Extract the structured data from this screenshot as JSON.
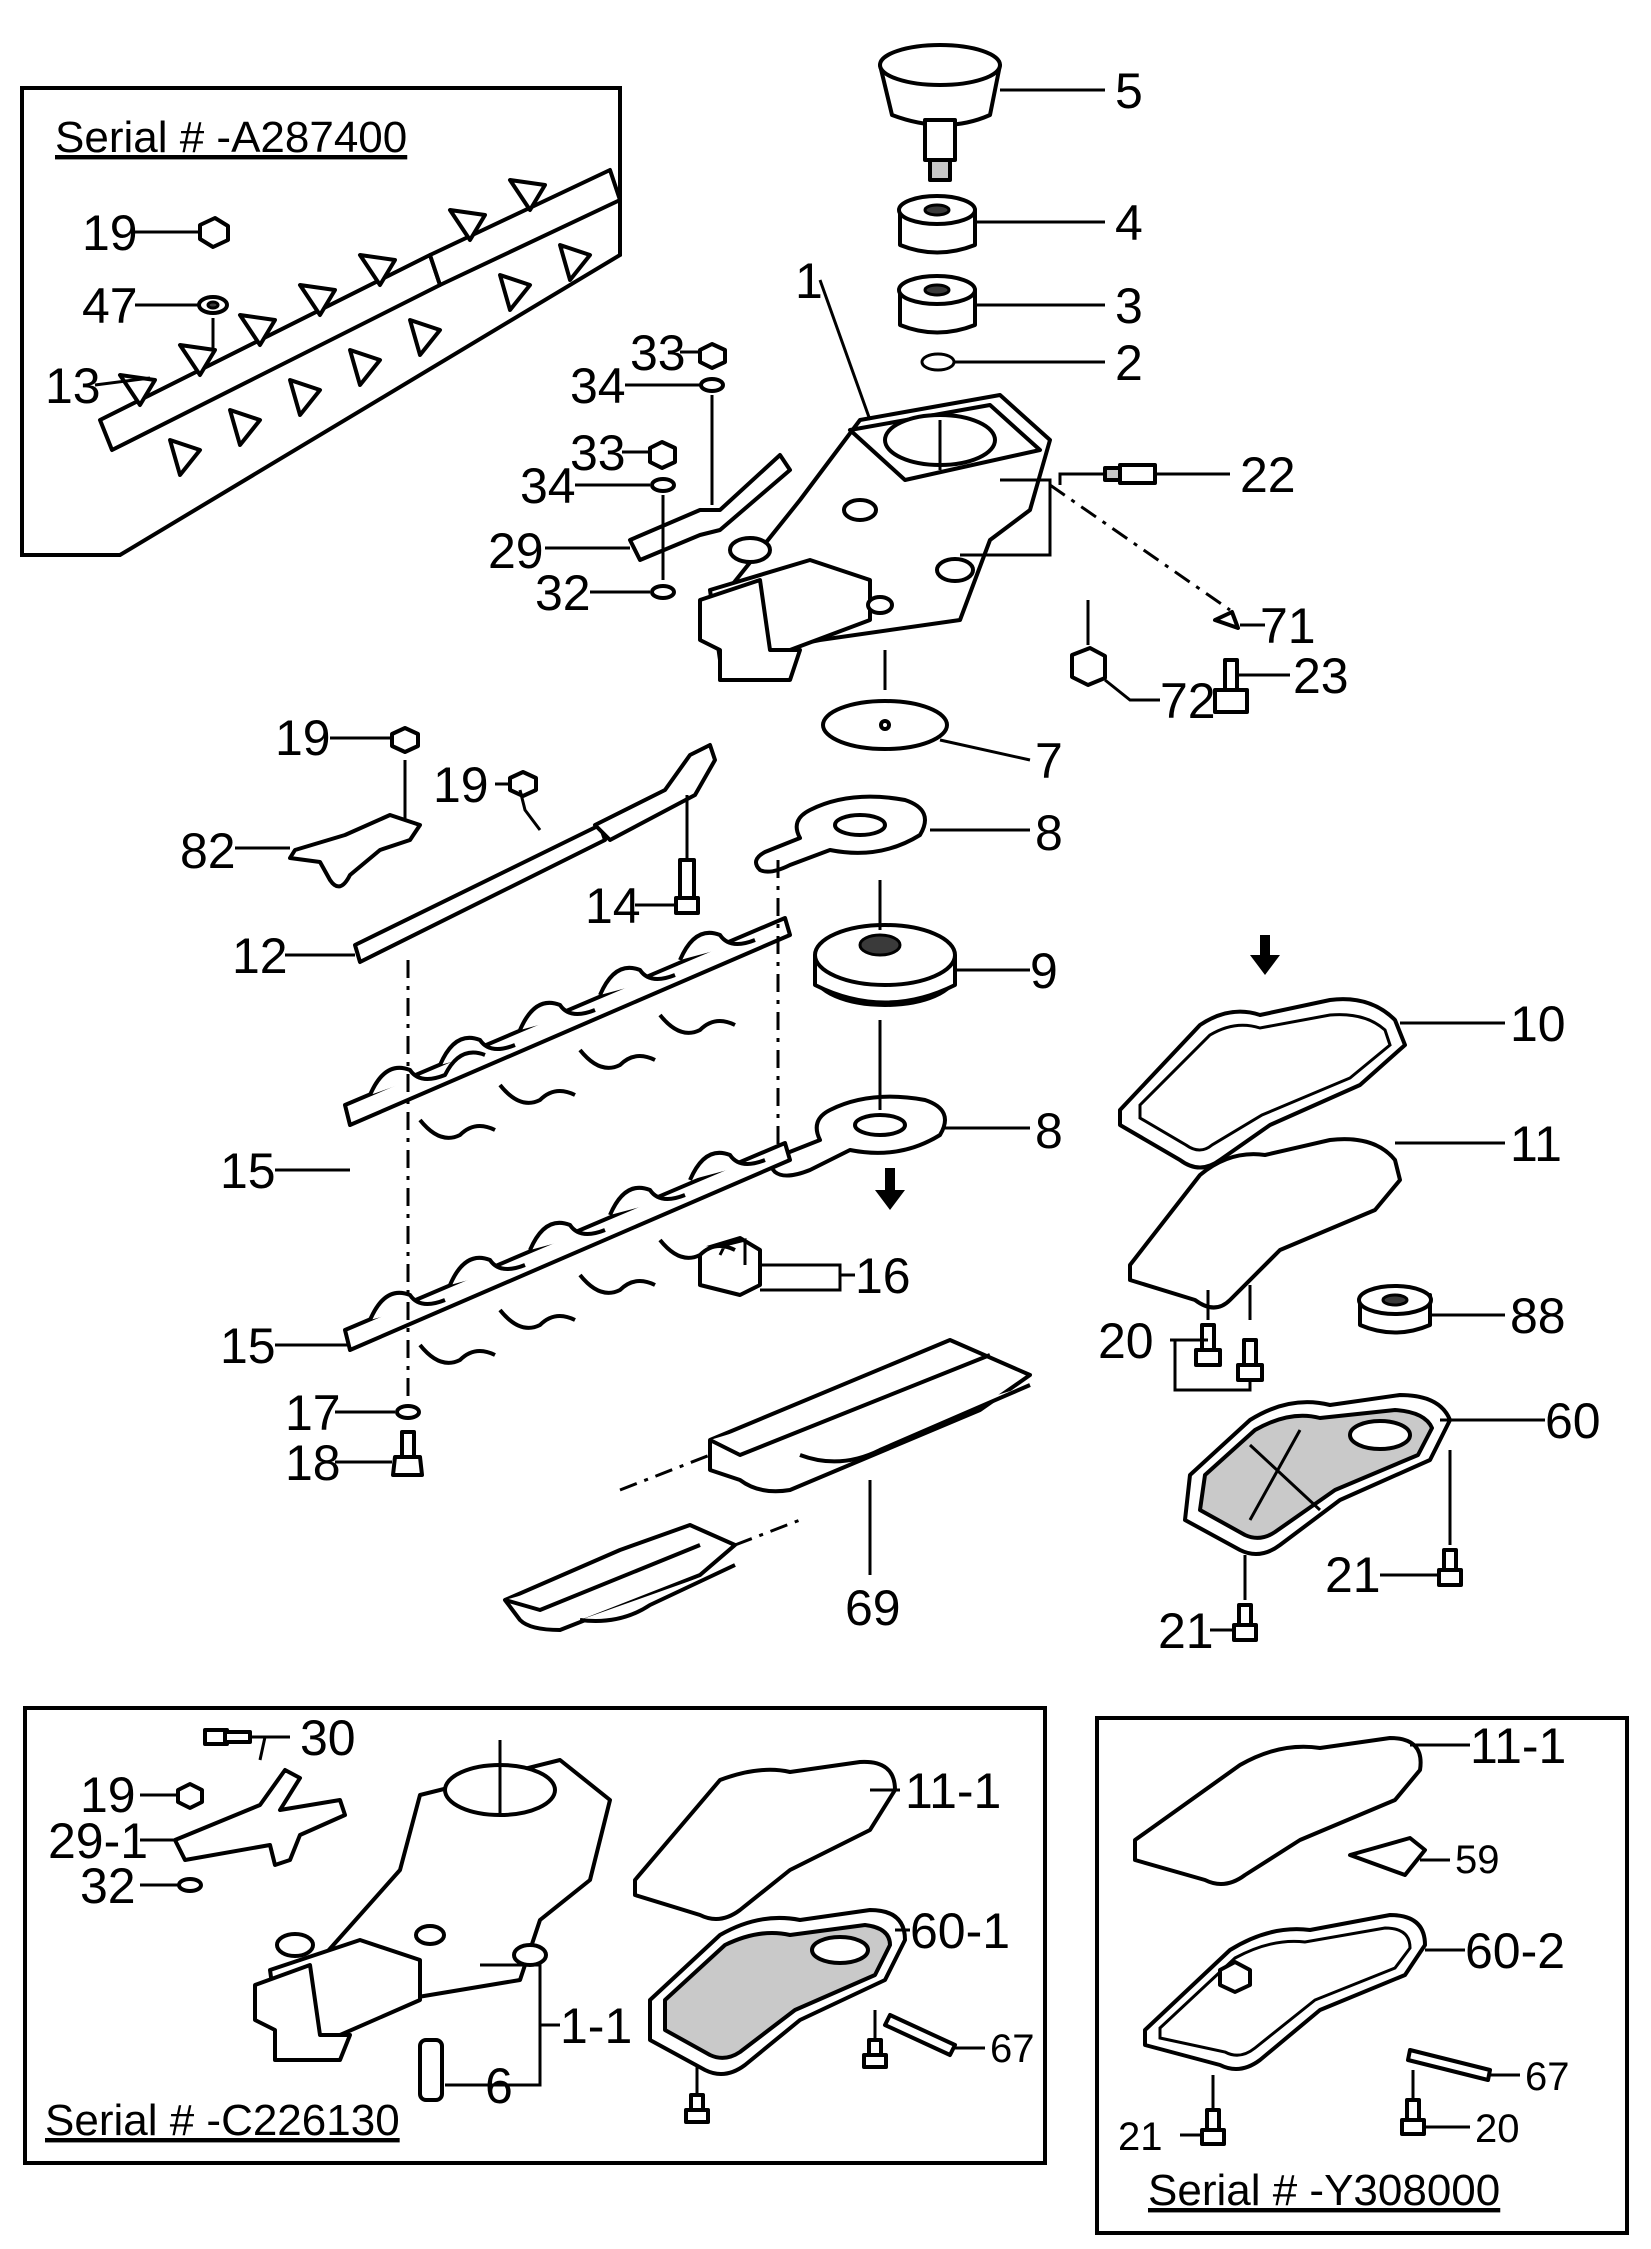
{
  "insets": {
    "a": {
      "serial": "Serial # -A287400"
    },
    "c": {
      "serial": "Serial # -C226130"
    },
    "y": {
      "serial": "Serial # -Y308000"
    }
  },
  "callouts": {
    "p1": "1",
    "p2": "2",
    "p3": "3",
    "p4": "4",
    "p5": "5",
    "p7": "7",
    "p8a": "8",
    "p8b": "8",
    "p9": "9",
    "p10": "10",
    "p11": "11",
    "p12": "12",
    "p14": "14",
    "p15a": "15",
    "p15b": "15",
    "p16": "16",
    "p17": "17",
    "p18": "18",
    "p19a": "19",
    "p19b": "19",
    "p20": "20",
    "p21a": "21",
    "p21b": "21",
    "p22": "22",
    "p23": "23",
    "p29": "29",
    "p32": "32",
    "p33a": "33",
    "p33b": "33",
    "p34a": "34",
    "p34b": "34",
    "p60": "60",
    "p69": "69",
    "p71": "71",
    "p72": "72",
    "p82": "82",
    "p88": "88",
    "a19": "19",
    "a47": "47",
    "a13": "13",
    "c30": "30",
    "c19": "19",
    "c29_1": "29-1",
    "c32": "32",
    "c11_1": "11-1",
    "c60_1": "60-1",
    "c67": "67",
    "c1_1": "1-1",
    "c6": "6",
    "y11_1": "11-1",
    "y59": "59",
    "y60_2": "60-2",
    "y67": "67",
    "y21": "21",
    "y20": "20"
  }
}
